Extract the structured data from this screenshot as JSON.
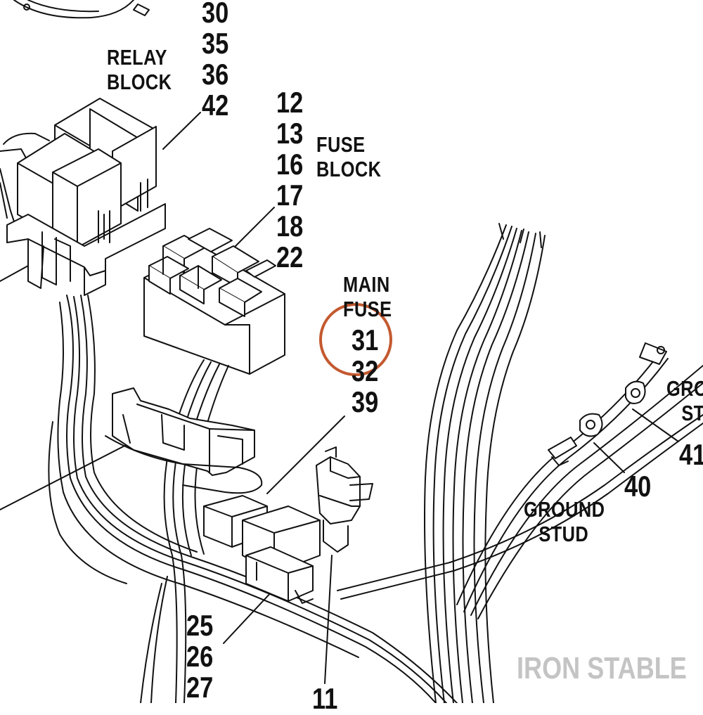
{
  "labels": {
    "relay_block": {
      "line1": "RELAY",
      "line2": "BLOCK",
      "parts": [
        "30",
        "35",
        "36",
        "42"
      ]
    },
    "fuse_block": {
      "line1": "FUSE",
      "line2": "BLOCK",
      "parts": [
        "12",
        "13",
        "16",
        "17",
        "18",
        "22"
      ]
    },
    "main_fuse": {
      "line1": "MAIN",
      "line2": "FUSE",
      "parts": [
        "31",
        "32",
        "39"
      ]
    },
    "ground_stud_right": {
      "line1": "GRO",
      "line2": "ST",
      "part": "41"
    },
    "ground_stud": {
      "line1": "GROUND",
      "line2": "STUD",
      "part": "40"
    },
    "connector_bottom": {
      "parts": [
        "25",
        "26",
        "27"
      ]
    },
    "connector_bottom_right": {
      "part": "11"
    }
  },
  "highlight": {
    "target": "31",
    "color": "#c4592f"
  },
  "watermark": "IRON STABLE"
}
